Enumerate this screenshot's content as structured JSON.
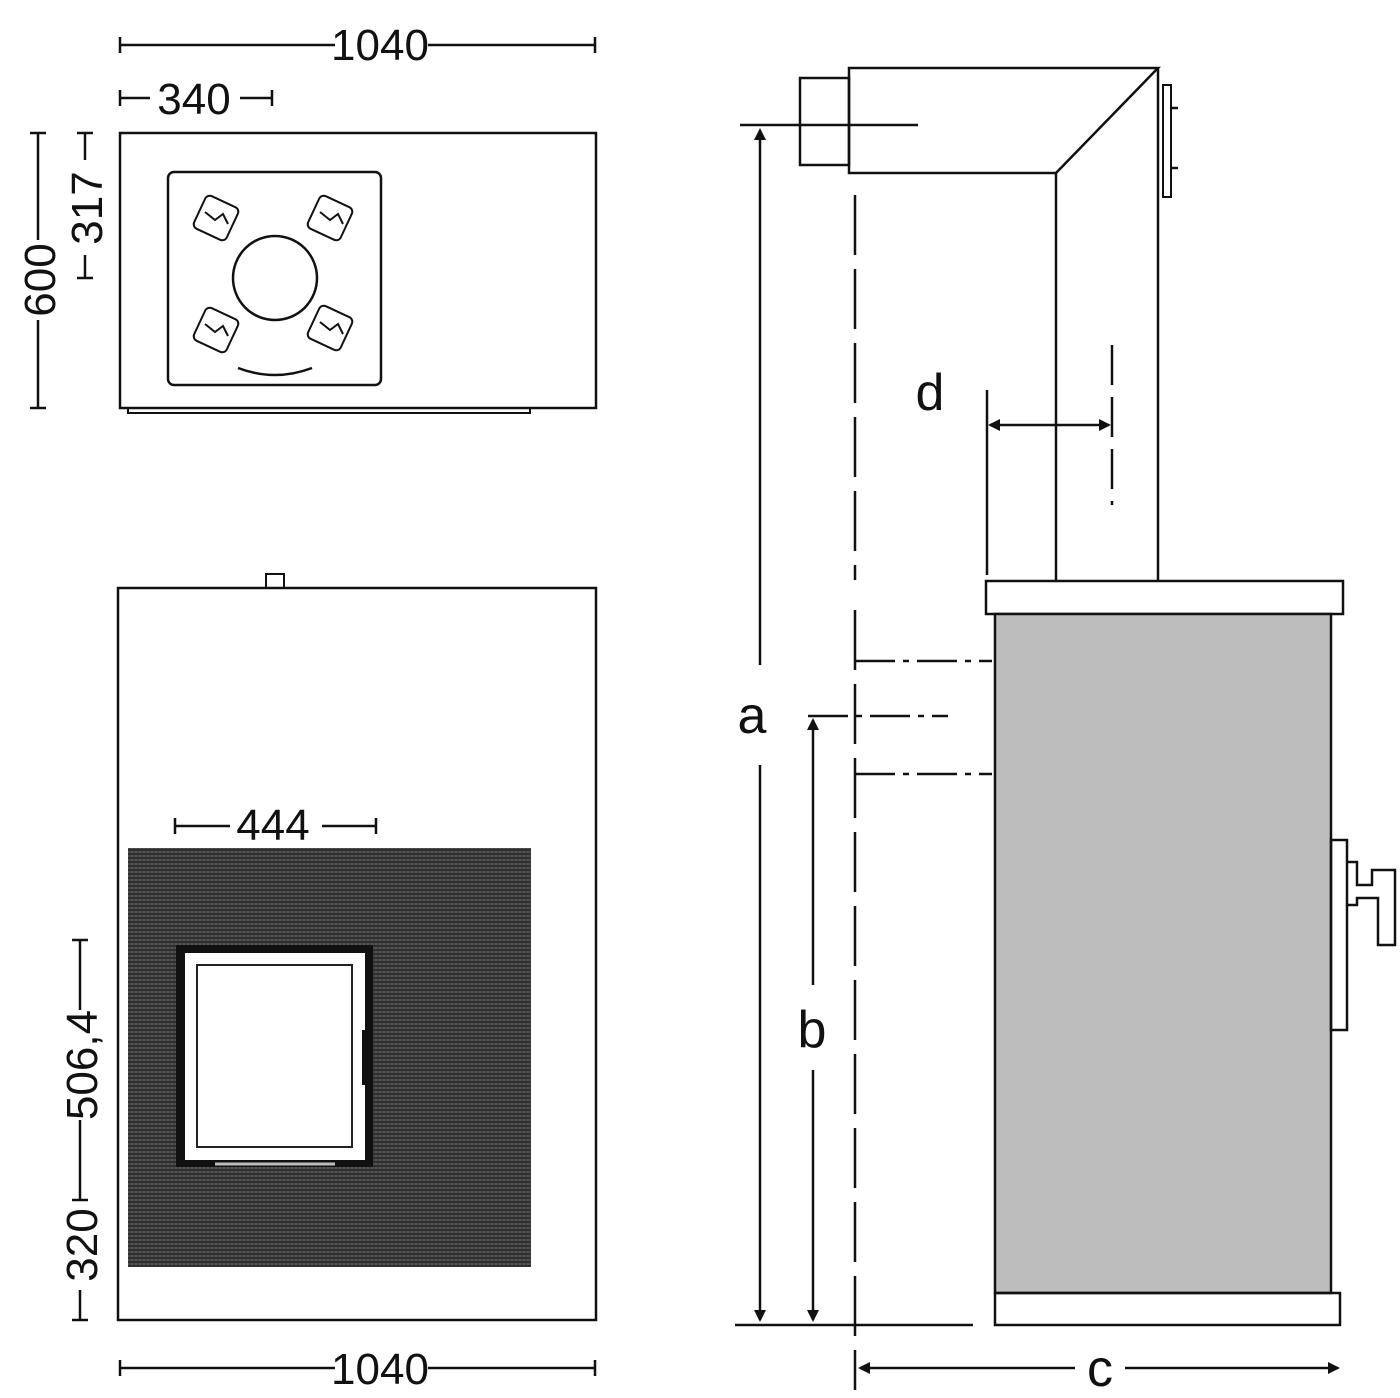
{
  "top_view": {
    "width_label": "1040",
    "offset_label": "340",
    "depth_label": "600",
    "center_depth_label": "317"
  },
  "front_view": {
    "door_width_label": "444",
    "door_height_label": "506,4",
    "door_base_label": "320",
    "width_label": "1040"
  },
  "side_view": {
    "label_a": "a",
    "label_b": "b",
    "label_c": "c",
    "label_d": "d"
  },
  "colors": {
    "body_fill": "#bdbdbd",
    "tile_fill": "#3a3a3a"
  }
}
